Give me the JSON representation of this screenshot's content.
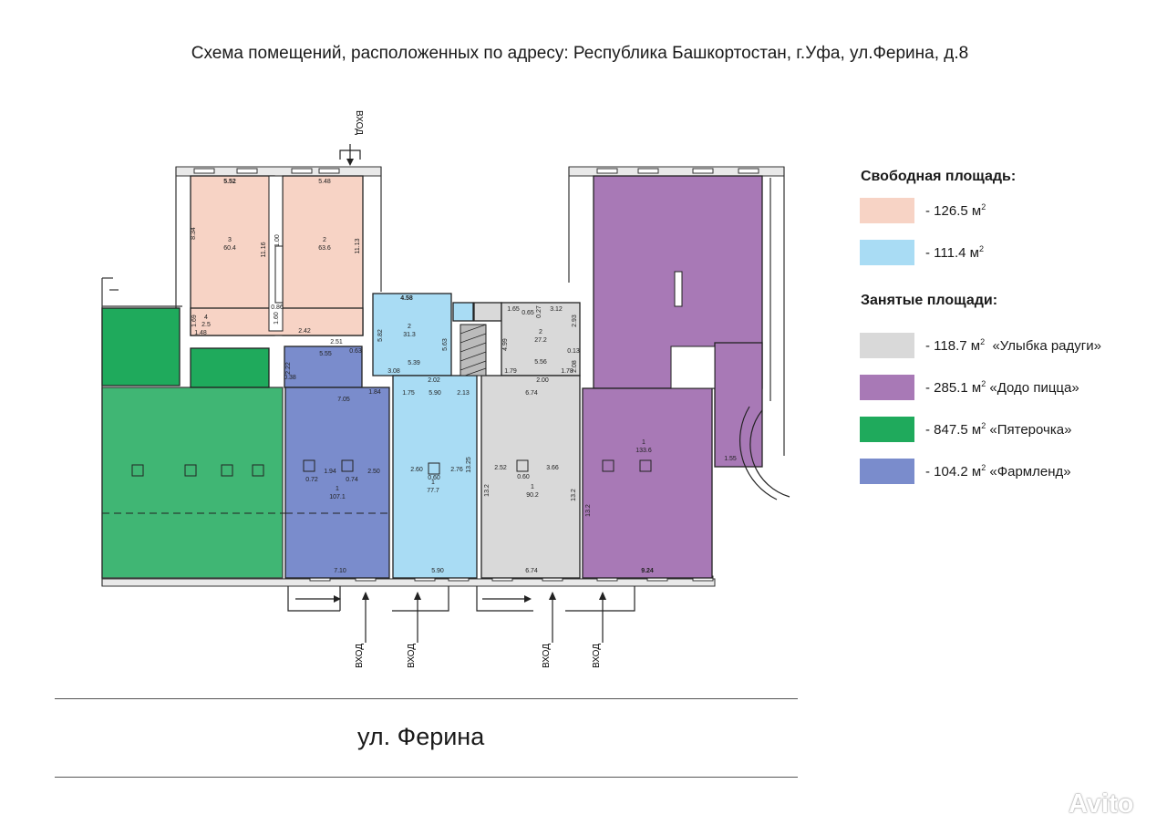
{
  "title": "Схема помещений, расположенных по адресу: Республика Башкортостан, г.Уфа, ул.Ферина, д.8",
  "street": "ул. Ферина",
  "entrance_label": "ВХОД",
  "watermark": "Avito",
  "legend": {
    "free_heading": "Свободная площадь:",
    "occupied_heading": "Занятые площади:",
    "unit": "м",
    "items": [
      {
        "area": "- 126.5",
        "tenant": "",
        "color": "#f7d3c5"
      },
      {
        "area": "- 111.4",
        "tenant": "",
        "color": "#a9dcf4"
      },
      {
        "area": "- 118.7",
        "tenant": "«Улыбка радуги»",
        "color": "#d9d9d9"
      },
      {
        "area": "- 285.1",
        "tenant": "«Додо пицца»",
        "color": "#a879b6"
      },
      {
        "area": "- 847.5",
        "tenant": "«Пятерочка»",
        "color": "#1faa5c"
      },
      {
        "area": "- 104.2",
        "tenant": "«Фармленд»",
        "color": "#7a8ccc"
      }
    ]
  },
  "rooms": {
    "salmon_3": {
      "no": "3",
      "area": "60.4"
    },
    "salmon_2": {
      "no": "2",
      "area": "63.6"
    },
    "salmon_4": {
      "no": "4",
      "area": "2.5"
    },
    "blue_2": {
      "no": "2",
      "area": "31.3"
    },
    "blue_1": {
      "no": "1",
      "area": "77.7"
    },
    "grey_2": {
      "no": "2",
      "area": "27.2"
    },
    "grey_1": {
      "no": "1",
      "area": "90.2"
    },
    "pharm_1": {
      "no": "1",
      "area": "107.1"
    },
    "purple_1": {
      "no": "1",
      "area": "133.6"
    }
  },
  "dimensions": {
    "d552": "5.52",
    "d548": "5.48",
    "d834": "8.34",
    "d1116": "11.16",
    "d1113": "11.13",
    "d100": "1.00",
    "d086": "0.86",
    "d160": "1.60",
    "d242": "2.42",
    "d251": "2.51",
    "d148": "1.48",
    "d169": "1.69",
    "d458": "4.58",
    "d582": "5.82",
    "d539": "5.39",
    "d563": "5.63",
    "d308": "3.08",
    "d202": "2.02",
    "d175": "1.75",
    "d590a": "5.90",
    "d213": "2.13",
    "d590b": "5.90",
    "d165": "1.65",
    "d065": "0.65",
    "d312": "3.12",
    "d499": "4.99",
    "d556": "5.56",
    "d179": "1.79",
    "d200": "2.00",
    "d178": "1.78",
    "d674a": "6.74",
    "d674b": "6.74",
    "d132a": "13.2",
    "d132b": "13.2",
    "d132c": "13.2",
    "d555": "5.55",
    "d705": "7.05",
    "d184": "1.84",
    "d710": "7.10",
    "d924": "9.24",
    "d250": "2.50",
    "d194": "1.94",
    "d260": "2.60",
    "d276": "2.76",
    "d252": "2.52",
    "d366": "3.66",
    "d060a": "0.60",
    "d060b": "0.60",
    "d072": "0.72",
    "d074": "0.74",
    "d1325": "13.25",
    "d038": "0.38",
    "d222": "2.22",
    "d063": "0.63",
    "d027": "0.27",
    "d293": "2.93",
    "d013": "0.13",
    "d208": "2.08",
    "d155": "1.55"
  }
}
